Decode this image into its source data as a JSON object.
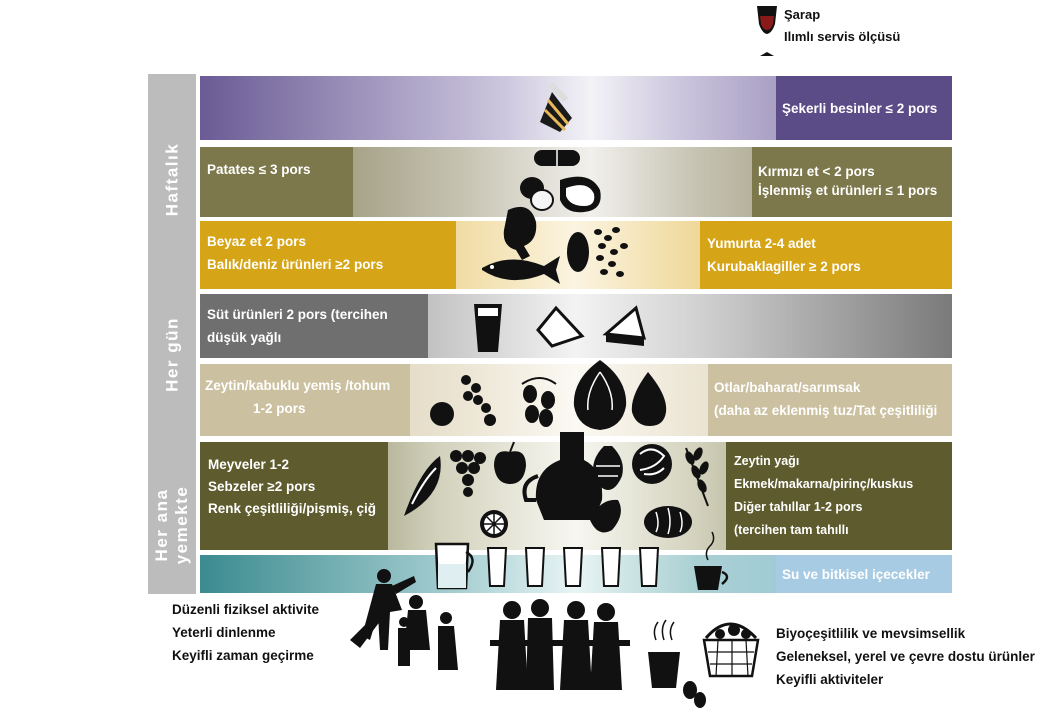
{
  "legend": {
    "line1": "Şarap",
    "line2": "Ilımlı servis ölçüsü"
  },
  "side_labels": {
    "weekly": "Haftalık",
    "daily": "Her gün",
    "every_meal_l1": "Her ana",
    "every_meal_l2": "yemekte"
  },
  "rows": {
    "sweets": {
      "right": "Şekerli besinler ≤ 2 pors"
    },
    "potato_meat": {
      "left": "Patates ≤ 3 pors",
      "right_l1": "Kırmızı et < 2 pors",
      "right_l2": "İşlenmiş et ürünleri  ≤ 1 pors"
    },
    "fish_eggs": {
      "left_l1": "Beyaz et 2 pors",
      "left_l2": "Balık/deniz ürünleri ≥2 pors",
      "right_l1": "Yumurta 2-4 adet",
      "right_l2": "Kurubaklagiller ≥ 2 pors"
    },
    "dairy": {
      "left_l1": "Süt ürünleri 2 pors (tercihen",
      "left_l2": "düşük yağlı"
    },
    "olives_nuts": {
      "left_l1": "Zeytin/kabuklu yemiş /tohum",
      "left_l2": "1-2 pors",
      "right_l1": "Otlar/baharat/sarımsak",
      "right_l2": "(daha az eklenmiş tuz/Tat çeşitliliği"
    },
    "fruits_grains": {
      "left_l1": "Meyveler 1-2",
      "left_l2": "Sebzeler ≥2 pors",
      "left_l3": "Renk çeşitliliği/pişmiş, çiğ",
      "right_l1": "Zeytin yağı",
      "right_l2": "Ekmek/makarna/pirinç/kuskus",
      "right_l3": "Diğer tahıllar 1-2 pors",
      "right_l4": "(tercihen tam tahıllı"
    },
    "water": {
      "right": "Su ve bitkisel içecekler"
    }
  },
  "bottom": {
    "left": [
      "Düzenli fiziksel aktivite",
      "Yeterli dinlenme",
      "Keyifli zaman geçirme"
    ],
    "right": [
      "Biyoçeşitlilik ve mevsimsellik",
      "Geleneksel, yerel ve çevre dostu ürünler",
      "Keyifli aktiviteler"
    ]
  },
  "colors": {
    "purple": "#5c4c86",
    "olive": "#7f7a4b",
    "gold": "#d6a417",
    "gray": "#6f6f6f",
    "tan": "#cfc4a4",
    "darkolive": "#5b5a2c",
    "teal": "#3d8d92",
    "lightblue": "#a8cce4",
    "side": "#bdbdbd"
  }
}
